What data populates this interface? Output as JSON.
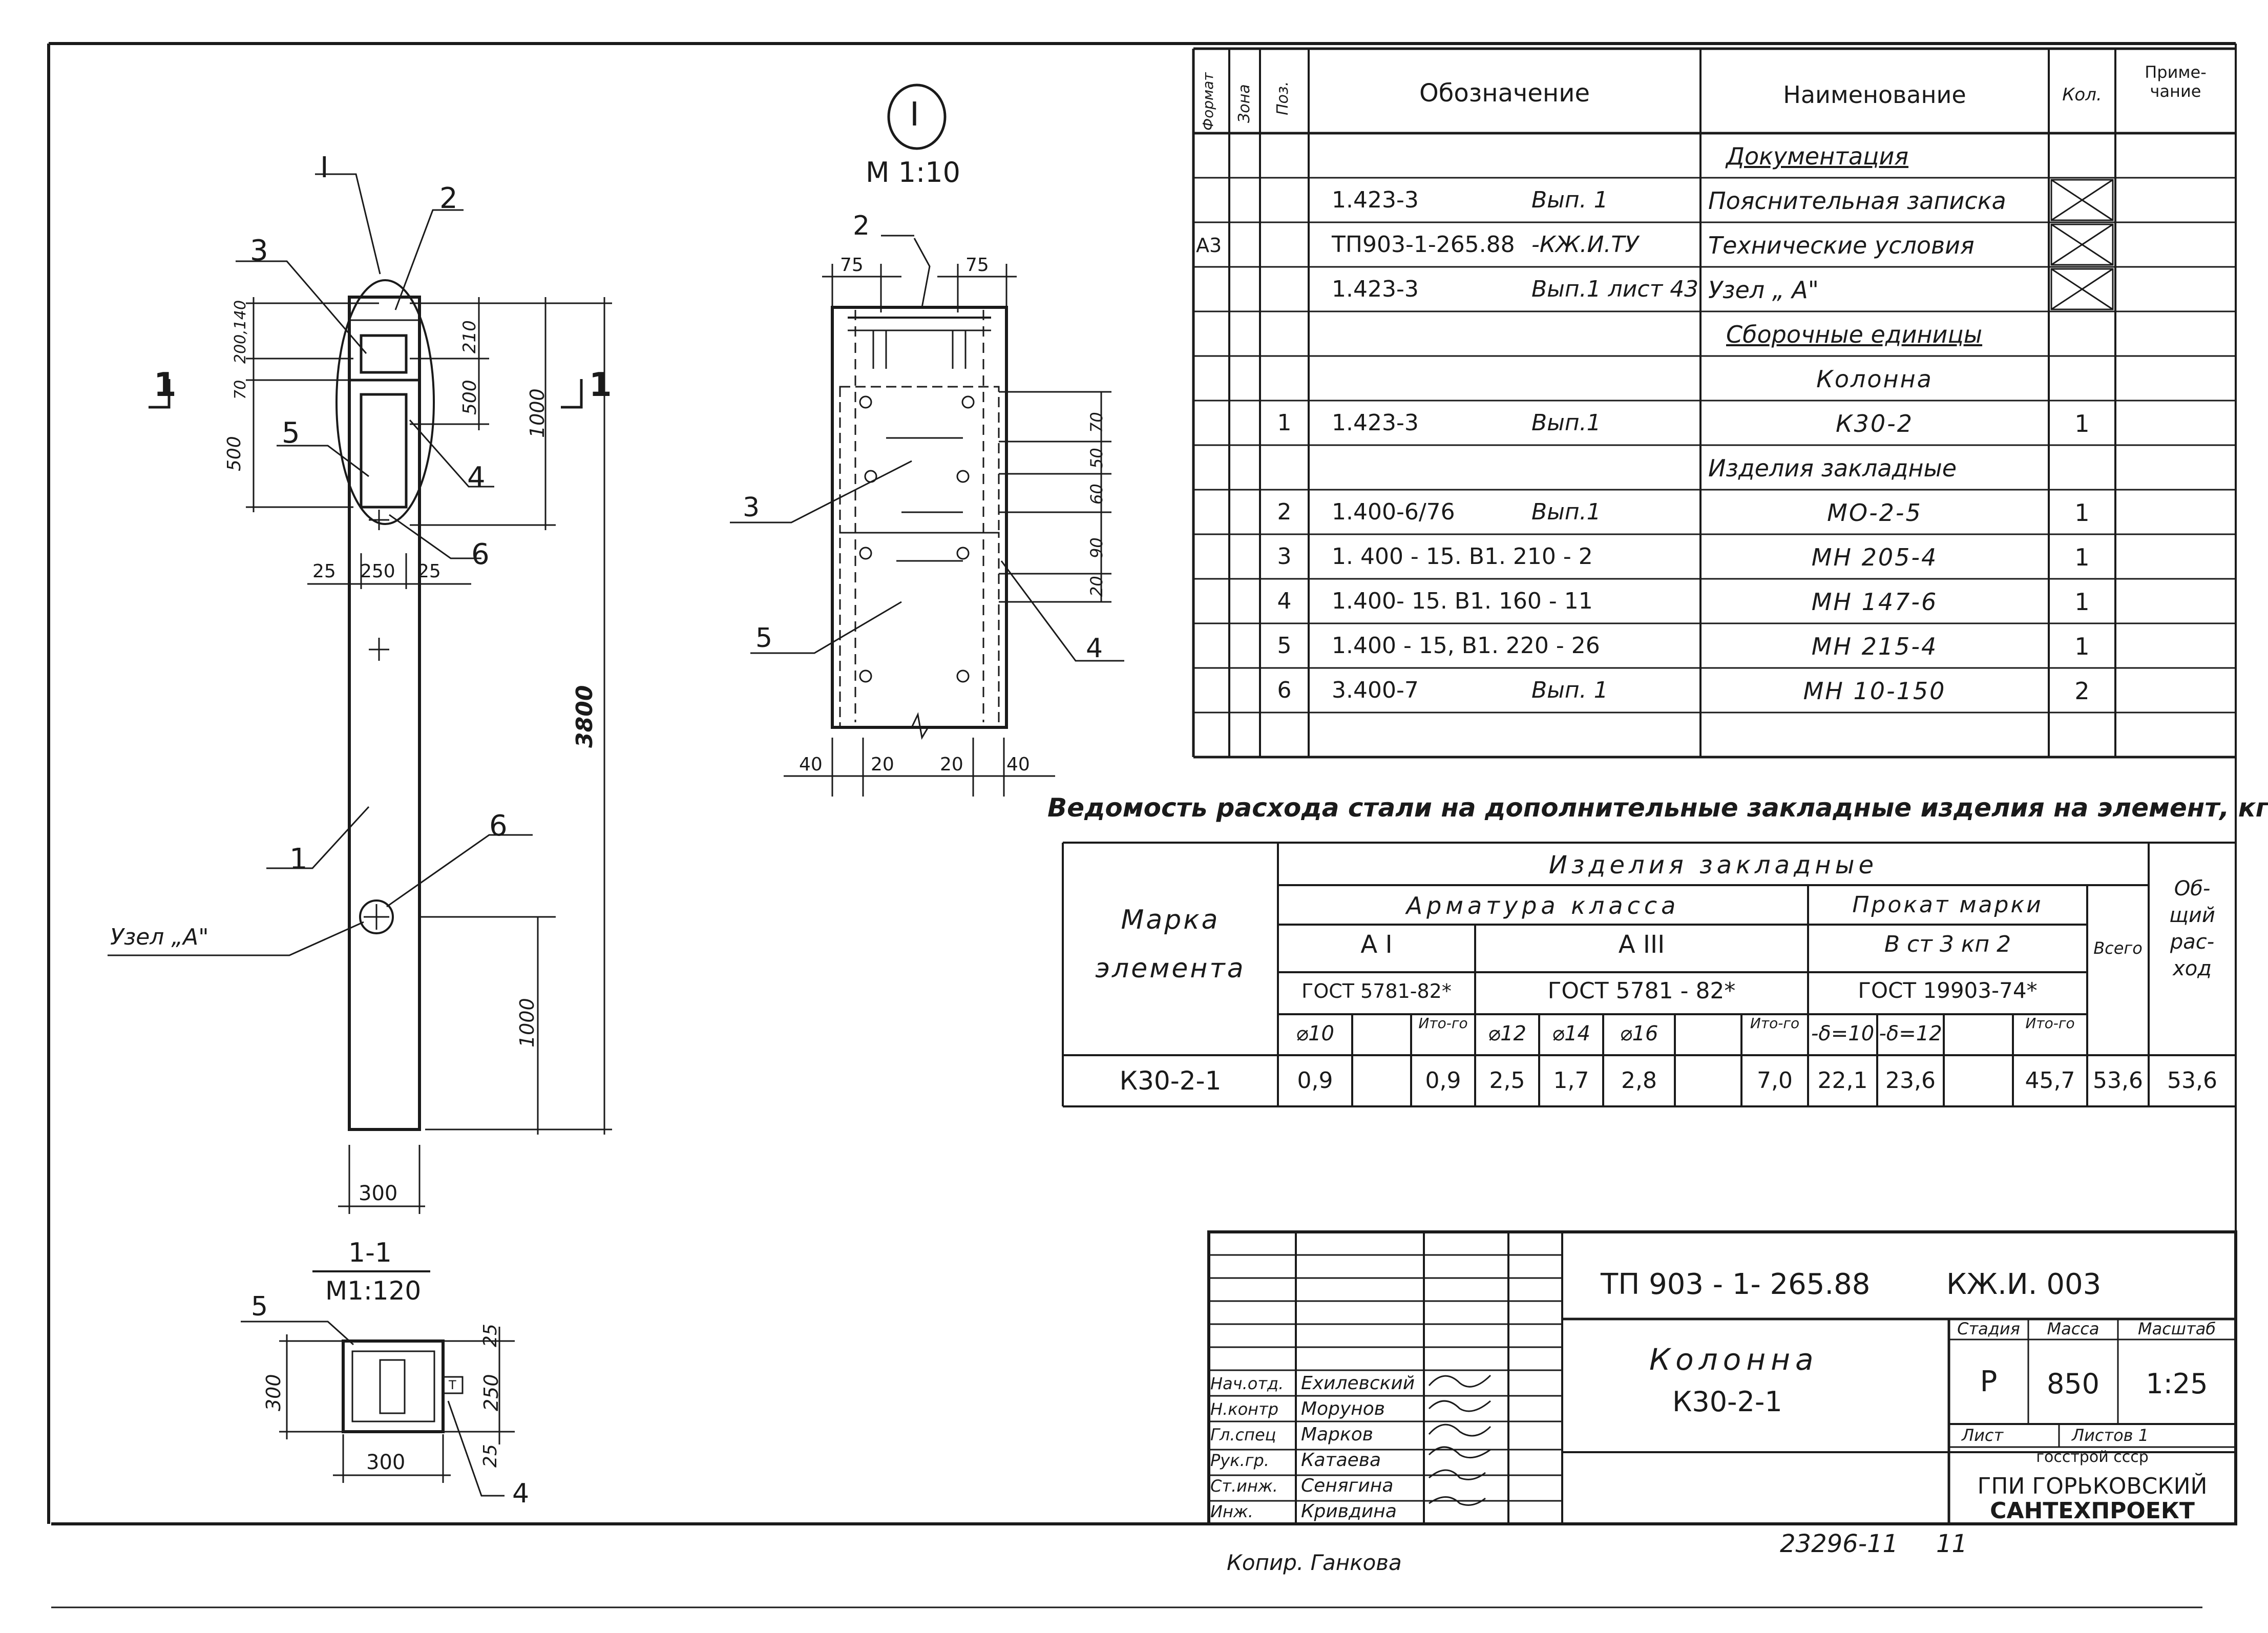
{
  "spec_table": {
    "headers": {
      "format": "Формат",
      "zone": "Зона",
      "pos": "Поз.",
      "designation": "Обозначение",
      "name": "Наименование",
      "qty": "Кол.",
      "note_line1": "Приме-",
      "note_line2": "чание"
    },
    "rows": [
      {
        "format": "",
        "pos": "",
        "designation": "",
        "name": "Документация",
        "qty": "",
        "crossed": false,
        "underline": true
      },
      {
        "format": "",
        "pos": "",
        "designation": "1.423-3",
        "designation2": "Вып. 1",
        "name": "Пояснительная записка",
        "qty": "",
        "crossed": true
      },
      {
        "format": "А3",
        "pos": "",
        "designation": "ТП903-1-265.88",
        "designation2": "-КЖ.И.ТУ",
        "name": "Технические условия",
        "qty": "",
        "crossed": true
      },
      {
        "format": "",
        "pos": "",
        "designation": "1.423-3",
        "designation2": "Вып.1 лист 43",
        "name": "Узел „ А\"",
        "qty": "",
        "crossed": true
      },
      {
        "format": "",
        "pos": "",
        "designation": "",
        "name": "Сборочные единицы",
        "qty": "",
        "crossed": false,
        "underline": true
      },
      {
        "format": "",
        "pos": "",
        "designation": "",
        "name": "Колонна",
        "qty": "",
        "crossed": false
      },
      {
        "format": "",
        "pos": "1",
        "designation": "1.423-3",
        "designation2": "Вып.1",
        "name": "К30-2",
        "qty": "1",
        "crossed": false
      },
      {
        "format": "",
        "pos": "",
        "designation": "",
        "name": "Изделия закладные",
        "qty": "",
        "crossed": false
      },
      {
        "format": "",
        "pos": "2",
        "designation": "1.400-6/76",
        "designation2": "Вып.1",
        "name": "МО-2-5",
        "qty": "1",
        "crossed": false
      },
      {
        "format": "",
        "pos": "3",
        "designation": "1. 400 - 15. В1. 210 - 2",
        "designation2": "",
        "name": "МН 205-4",
        "qty": "1",
        "crossed": false
      },
      {
        "format": "",
        "pos": "4",
        "designation": "1.400- 15. В1. 160 - 11",
        "designation2": "",
        "name": "МН 147-6",
        "qty": "1",
        "crossed": false
      },
      {
        "format": "",
        "pos": "5",
        "designation": "1.400 - 15, В1. 220 - 26",
        "designation2": "",
        "name": "МН 215-4",
        "qty": "1",
        "crossed": false
      },
      {
        "format": "",
        "pos": "6",
        "designation": "3.400-7",
        "designation2": "Вып. 1",
        "name": "МН 10-150",
        "qty": "2",
        "crossed": false
      },
      {
        "format": "",
        "pos": "",
        "designation": "",
        "name": "",
        "qty": "",
        "crossed": false
      }
    ]
  },
  "steel_table": {
    "title": "Ведомость расхода стали на дополнительные закладные изделия на элемент, кг",
    "mark_header_line1": "Марка",
    "mark_header_line2": "элемента",
    "embedded": "Изделия закладные",
    "rebar_class": "Арматура класса",
    "rolled": "Прокат марки",
    "total_all_line1": "Об-",
    "total_all_line2": "щий",
    "total_all_line3": "рас-",
    "total_all_line4": "ход",
    "total": "Всего",
    "a1": "А I",
    "a3": "А III",
    "steel_grade": "В ст 3 кп 2",
    "gost_a1": "ГОСТ 5781-82*",
    "gost_a3": "ГОСТ  5781 - 82*",
    "gost_rolled": "ГОСТ 19903-74*",
    "sub_headers": [
      "⌀10",
      "",
      "Ито-го",
      "⌀12",
      "⌀14",
      "⌀16",
      "",
      "Ито-го",
      "-δ=10",
      "-δ=12",
      "",
      "Ито-го"
    ],
    "row": {
      "mark": "К30-2-1",
      "values": [
        "0,9",
        "",
        "0,9",
        "2,5",
        "1,7",
        "2,8",
        "",
        "7,0",
        "22,1",
        "23,6",
        "",
        "45,7"
      ],
      "total": "53,6",
      "total_all": "53,6"
    }
  },
  "title_block": {
    "doc_code": "ТП 903 - 1- 265.88",
    "doc_code2": "КЖ.И. 003",
    "title_line1": "Колонна",
    "title_line2": "К30-2-1",
    "stage_label": "Стадия",
    "mass_label": "Масса",
    "scale_label": "Масштаб",
    "stage": "Р",
    "mass": "850",
    "scale": "1:25",
    "sheet_label": "Лист",
    "sheets_label": "Листов 1",
    "org_line1": "госстрой ссср",
    "org_line2": "ГПИ ГОРЬКОВСКИЙ",
    "org_line3": "САНТЕХПРОЕКТ",
    "staff": [
      {
        "role": "Нач.отд.",
        "name": "Ехилевский"
      },
      {
        "role": "Н.контр",
        "name": "Морунов"
      },
      {
        "role": "Гл.спец",
        "name": "Марков"
      },
      {
        "role": "Рук.гр.",
        "name": "Катаева"
      },
      {
        "role": "Ст.инж.",
        "name": "Сенягина"
      },
      {
        "role": "Инж.",
        "name": "Кривдина"
      }
    ],
    "archive_no": "23296-11",
    "archive_sheet": "11",
    "copy": "Копир. Ганкова"
  },
  "drawing": {
    "section_mark": "I",
    "scale_detail": "М 1:10",
    "section_title": "1-1",
    "section_scale": "М1:120",
    "node_label": "Узел „А\"",
    "cut_mark": "1",
    "dims_main": {
      "d200_140": "200,140",
      "d70": "70",
      "d500a": "500",
      "d210": "210",
      "d500b": "500",
      "d1000a": "1000",
      "d3800": "3800",
      "d1000b": "1000",
      "d25a": "25",
      "d250": "250",
      "d25b": "25",
      "d300": "300"
    },
    "dims_detail": {
      "d75a": "75",
      "d75b": "75",
      "d70": "70",
      "d50": "50",
      "d60": "60",
      "d90": "90",
      "d20": "20",
      "d40a": "40",
      "d20a": "20",
      "d20b": "20",
      "d40b": "40"
    },
    "dims_section": {
      "d300v": "300",
      "d25a": "25",
      "d250": "250",
      "d25b": "25",
      "d300h": "300"
    },
    "callouts": {
      "c1": "1",
      "c2": "2",
      "c3": "3",
      "c4": "4",
      "c5": "5",
      "c6": "6"
    },
    "box_t": "Т"
  }
}
